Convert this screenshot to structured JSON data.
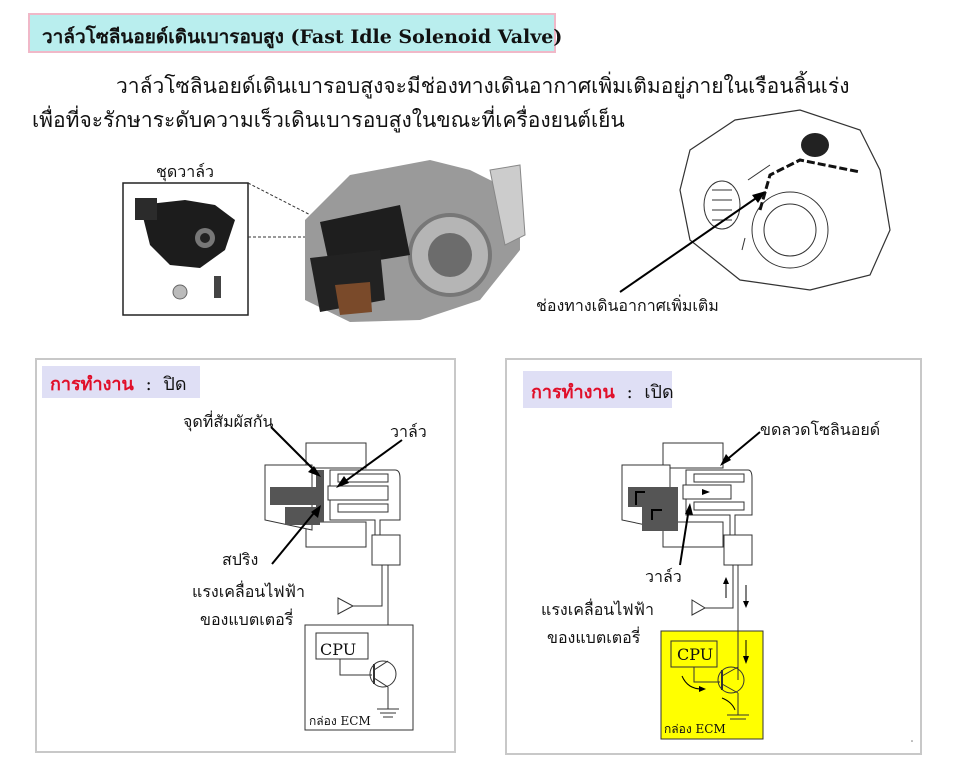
{
  "title": "วาล์วโซลีนอยด์เดินเบารอบสูง (Fast Idle Solenoid Valve)",
  "intro": {
    "line1": "วาล์วโซลินอยด์เดินเบารอบสูงจะมีช่องทางเดินอากาศเพิ่มเติมอยู่ภายในเรือนลิ้นเร่ง",
    "line2": "เพื่อที่จะรักษาระดับความเร็วเดินเบารอบสูงในขณะที่เครื่องยนต์เย็น"
  },
  "photo_labels": {
    "valve_set": "ชุดวาล์ว",
    "extra_air_passage": "ช่องทางเดินอากาศเพิ่มเติม"
  },
  "panel_closed": {
    "heading_label": "การทำงาน",
    "separator": ":",
    "state": "ปิด",
    "contact_point": "จุดที่สัมผัสกัน",
    "valve": "วาล์ว",
    "spring": "สปริง",
    "emf_line1": "แรงเคลื่อนไฟฟ้า",
    "emf_line2": "ของแบตเตอรี่",
    "cpu": "CPU",
    "ecm_box": "กล่อง ECM"
  },
  "panel_open": {
    "heading_label": "การทำงาน",
    "separator": ":",
    "state": "เปิด",
    "solenoid_coil": "ขดลวดโซลินอยด์",
    "valve": "วาล์ว",
    "emf_line1": "แรงเคลื่อนไฟฟ้า",
    "emf_line2": "ของแบตเตอรี่",
    "cpu": "CPU",
    "ecm_box": "กล่อง ECM"
  },
  "colors": {
    "title_bg": "#b9eeee",
    "heading_red": "#e0102a",
    "ecm_active": "#ffff00"
  }
}
